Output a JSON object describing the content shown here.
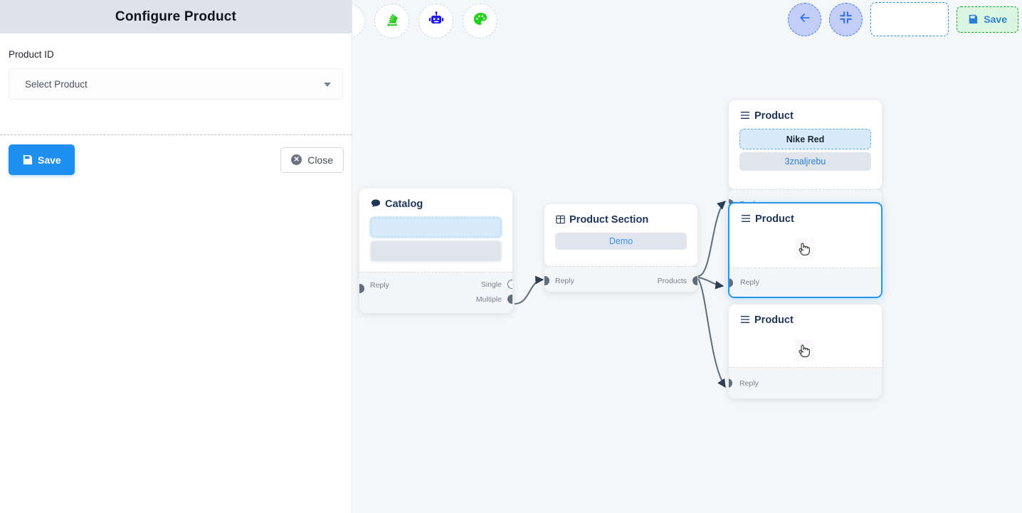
{
  "config_panel": {
    "title": "Configure Product",
    "field_label": "Product ID",
    "select": {
      "value": "Select Product",
      "placeholder": "Select Product",
      "caret_icon": "chevron-down-icon"
    },
    "save_label": "Save",
    "close_label": "Close",
    "save_icon": "floppy-disk-icon",
    "close_icon": "close-circle-icon",
    "save_bg": "#1f8ef1"
  },
  "toolbar": {
    "left_tools": [
      {
        "name": "stack-overflow-icon",
        "glyph": "stack",
        "color": "#22c816"
      },
      {
        "name": "bot-icon",
        "glyph": "robot",
        "color": "#1e17f0"
      },
      {
        "name": "palette-icon",
        "glyph": "palette",
        "color": "#1ed219"
      }
    ],
    "right_tools": [
      {
        "name": "back-arrow-icon",
        "glyph": "←"
      },
      {
        "name": "compress-icon",
        "glyph": "compress"
      }
    ],
    "ghost_box_label": "",
    "save_label": "Save",
    "save_icon": "floppy-disk-icon",
    "save_border": "#17a81a",
    "save_bg": "#dcf7e1",
    "save_text_color": "#2b7fd6"
  },
  "nodes": [
    {
      "id": "catalog",
      "title": "Catalog",
      "icon": "chat-bubble-icon",
      "selected": false,
      "chips": [
        {
          "type": "dashed",
          "label": ""
        },
        {
          "type": "solid",
          "label": ""
        }
      ],
      "ports_left": [
        {
          "label": "Reply",
          "filled": true
        }
      ],
      "ports_right": [
        {
          "label": "Single",
          "filled": false
        },
        {
          "label": "Multiple",
          "filled": true
        }
      ]
    },
    {
      "id": "product-section",
      "title": "Product Section",
      "icon": "table-grid-icon",
      "selected": false,
      "chips": [
        {
          "type": "demo",
          "label": "Demo"
        }
      ],
      "ports_left": [
        {
          "label": "Reply",
          "filled": true
        }
      ],
      "ports_right": [
        {
          "label": "Products",
          "filled": true
        }
      ]
    },
    {
      "id": "product-1",
      "title": "Product",
      "icon": "list-lines-icon",
      "selected": false,
      "chips": [
        {
          "type": "dashed",
          "label": "Nike Red"
        },
        {
          "type": "solid",
          "label": "3znaljrebu"
        }
      ],
      "ports_left": [
        {
          "label": "Reply",
          "filled": true
        }
      ],
      "ports_right": []
    },
    {
      "id": "product-2",
      "title": "Product",
      "icon": "list-lines-icon",
      "selected": true,
      "chips": [],
      "ports_left": [
        {
          "label": "Reply",
          "filled": true
        }
      ],
      "ports_right": []
    },
    {
      "id": "product-3",
      "title": "Product",
      "icon": "list-lines-icon",
      "selected": false,
      "chips": [],
      "ports_left": [
        {
          "label": "Reply",
          "filled": true
        }
      ],
      "ports_right": []
    }
  ],
  "colors": {
    "canvas_bg": "#f4f6f8",
    "node_title": "#1d3557",
    "selected_border": "#2196f3",
    "edge": "#5f6d7e",
    "port": "#5f6d7e",
    "chip_dashed_bg": "#d7ebfb",
    "chip_dashed_border": "#63aee4",
    "accent_blue": "#2b7fd6"
  }
}
